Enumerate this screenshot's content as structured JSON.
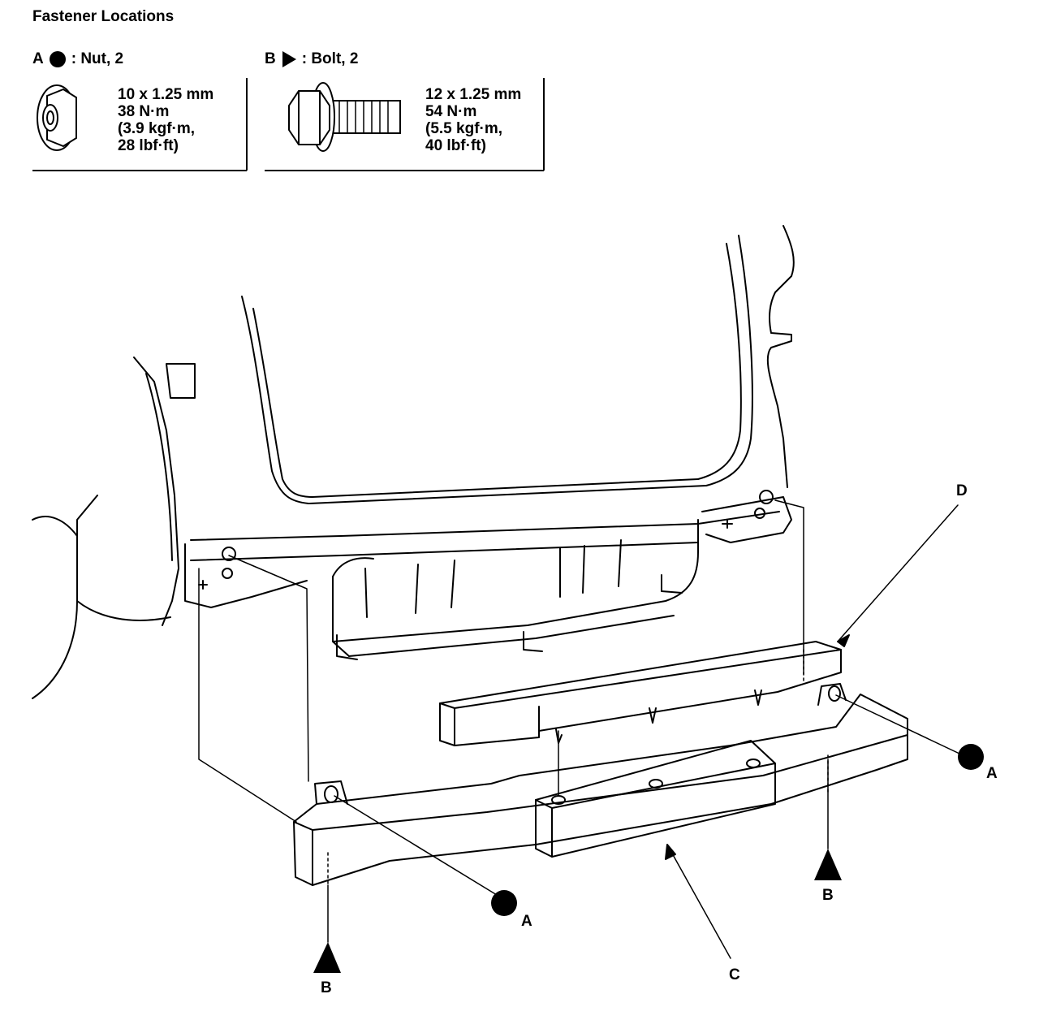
{
  "title": "Fastener Locations",
  "fasteners": [
    {
      "letter": "A",
      "symbol": "circle-icon",
      "label": ": Nut, 2",
      "specs": [
        "10 x 1.25 mm",
        "38 N·m",
        "(3.9 kgf·m,",
        "28 lbf·ft)"
      ]
    },
    {
      "letter": "B",
      "symbol": "triangle-icon",
      "label": ": Bolt, 2",
      "specs": [
        "12 x 1.25 mm",
        "54 N·m",
        "(5.5 kgf·m,",
        "40 lbf·ft)"
      ]
    }
  ],
  "callouts": {
    "a_right": "A",
    "a_left": "A",
    "b_right": "B",
    "b_left": "B",
    "c": "C",
    "d": "D"
  },
  "colors": {
    "ink": "#000000",
    "paper": "#ffffff"
  }
}
